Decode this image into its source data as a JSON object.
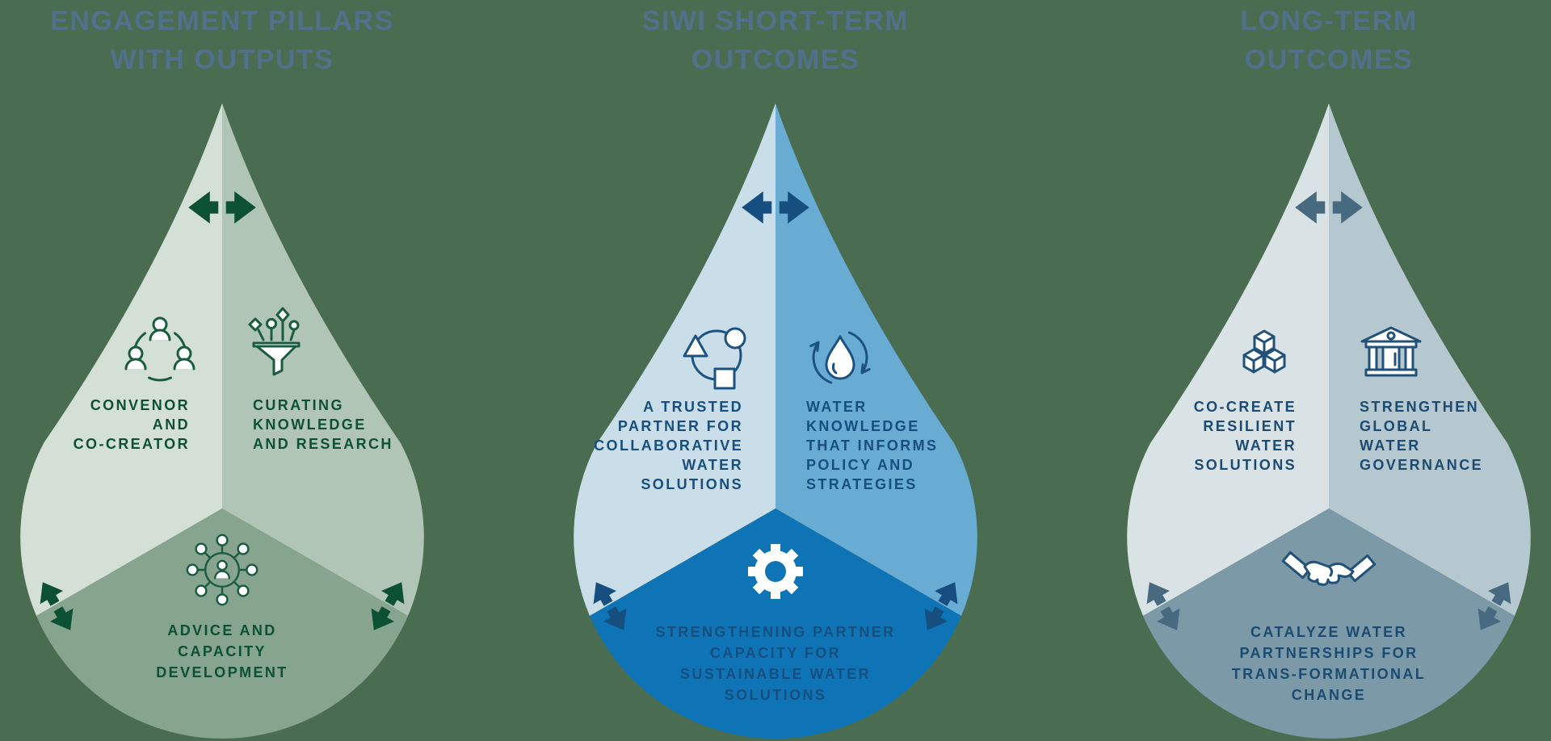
{
  "page": {
    "background": "#4a6d52",
    "header_color": "#51708b"
  },
  "columns": [
    {
      "header": "ENGAGEMENT PILLARS\nWITH OUTPUTS",
      "colors": {
        "pale": "#d4dfd6",
        "mid": "#b0c5b5",
        "deep": "#86a48e",
        "accent": "#0d5134",
        "text": "#0d5134",
        "icon": "#1a5c40"
      },
      "sections": {
        "left": {
          "icon_name": "people-network-icon",
          "label": "CONVENOR\nAND\nCO-CREATOR"
        },
        "right": {
          "icon_name": "funnel-icon",
          "label": "CURATING\nKNOWLEDGE\nAND RESEARCH"
        },
        "bottom": {
          "icon_name": "person-hub-icon",
          "label": "ADVICE AND\nCAPACITY\nDEVELOPMENT"
        }
      }
    },
    {
      "header": "SIWI SHORT-TERM\nOUTCOMES",
      "colors": {
        "pale": "#c9dee9",
        "mid": "#68abd3",
        "deep": "#0e74b5",
        "accent": "#164f7f",
        "text": "#164f7f",
        "icon": "#1c5282"
      },
      "sections": {
        "left": {
          "icon_name": "shapes-ring-icon",
          "label": "A TRUSTED\nPARTNER FOR\nCOLLABORATIVE\nWATER\nSOLUTIONS"
        },
        "right": {
          "icon_name": "water-cycle-icon",
          "label": "WATER\nKNOWLEDGE\nTHAT INFORMS\nPOLICY AND\nSTRATEGIES"
        },
        "bottom": {
          "icon_name": "gear-icon",
          "label": "STRENGTHENING PARTNER\nCAPACITY FOR\nSUSTAINABLE WATER\nSOLUTIONS"
        }
      }
    },
    {
      "header": "LONG-TERM\nOUTCOMES",
      "colors": {
        "pale": "#d9e2e4",
        "mid": "#b6c8cf",
        "deep": "#7b99a6",
        "accent": "#486a80",
        "text": "#1b4b72",
        "icon": "#22517a"
      },
      "sections": {
        "left": {
          "icon_name": "cubes-icon",
          "label": "CO-CREATE\nRESILIENT\nWATER\nSOLUTIONS"
        },
        "right": {
          "icon_name": "bank-icon",
          "label": "STRENGTHEN\nGLOBAL\nWATER\nGOVERNANCE"
        },
        "bottom": {
          "icon_name": "handshake-icon",
          "label": "CATALYZE WATER\nPARTNERSHIPS FOR\nTRANS-FORMATIONAL\nCHANGE"
        }
      }
    }
  ]
}
